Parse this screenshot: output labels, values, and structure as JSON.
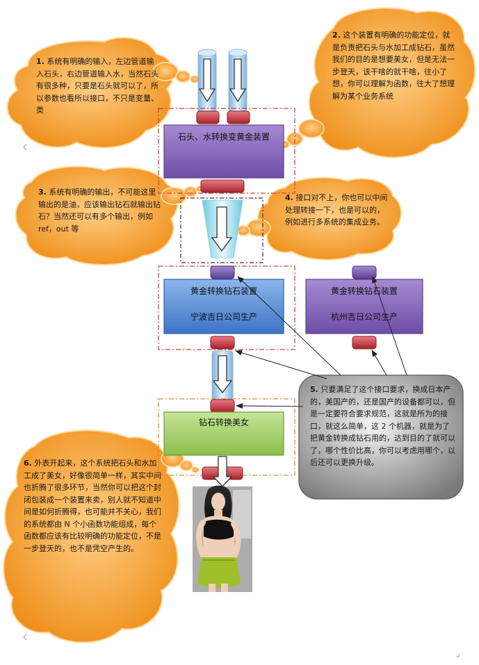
{
  "notes": {
    "n1": {
      "number": "1.",
      "text": "系统有明确的输入，左边管道输入石头，右边管道输入水，当然石头有很多种，只要是石头就可以了，所以参数也看所以接口，不只是变量、类"
    },
    "n2": {
      "number": "2.",
      "text": "这个装置有明确的功能定位，就是负责把石头与水加工成钻石，虽然我们的目的是想要美女，但是无法一步登天，该干啥的就干啥，往小了想，你可以理解为函数，往大了想理解为某个业务系统"
    },
    "n3": {
      "number": "3.",
      "text": "系统有明确的输出，不可能这里输出的是油，应该输出钻石就输出钻石？当然还可以有多个输出，例如 ref，out 等"
    },
    "n4": {
      "number": "4.",
      "text": "接口对不上，你也可以中间处理转接一下，也是可以的，例如进行多系统的集成业务。"
    },
    "n5": {
      "number": "5.",
      "text": "只要满足了这个接口要求，换成日本产的，美国产的，还是国产的设备都可以，但是一定要符合要求规范，这就是所为的接口，就这么简单，这 2 个机器，就是为了把黄金转换成钻石用的，达到目的了就可以了，哪个性价比高，你可以考虑用哪个，以后还可以更换升级。"
    },
    "n6": {
      "number": "6.",
      "text": "外表开起来，这个系统把石头和水加工成了美女，好像很简单一样，其实中间也折腾了很多环节，当然你可以把这个封闭包装成一个装置来卖，别人就不知道中间是如何折腾得，也可能并不关心，我们的系统都由 N 个小函数功能组成，每个函数都应该有比较明确的功能定位，不是一步登天的，也不是凭空产生的。"
    }
  },
  "boxes": {
    "stone_water": "石头、水转换变黄金装置",
    "gold_ningbo": {
      "line1": "黄金转换钻石装置",
      "line2": "宁波吉日公司生产"
    },
    "gold_hangzhou": {
      "line1": "黄金转换钻石装置",
      "line2": "杭州吉日公司生产"
    },
    "diamond_beauty": "钻石转换美女"
  },
  "colors": {
    "cloud_fill": "#f39a2a",
    "cloud_edge": "#ffd99a",
    "purple_box": "#8a6bbd",
    "blue_box": "#5b8ed6",
    "green_box": "#a6d26a",
    "connector_red": "#c0323a",
    "connector_purple": "#7b5aa8",
    "pipe_blue": "#a9cbe8",
    "gray_note": "#8a8a8a",
    "dashed_red": "#d04040",
    "dashed_black": "#333333"
  }
}
